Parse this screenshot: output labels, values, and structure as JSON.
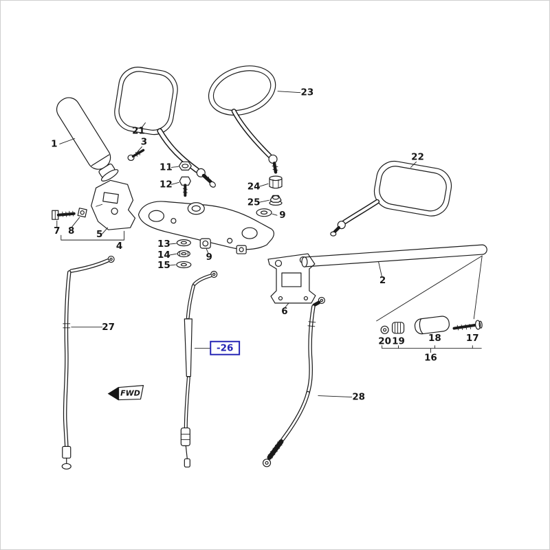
{
  "window": {
    "background": "#ffffff",
    "border_color": "#cfcfcf"
  },
  "diagram": {
    "type": "exploded-parts-diagram",
    "subject": "motorcycle-handlebar-assembly",
    "line_color": "#1a1a1a",
    "fwd": {
      "text": "FWD"
    },
    "highlight": {
      "text": "-26",
      "color": "#2424b4",
      "part": "throttle-cable"
    },
    "callouts": [
      {
        "part": "grip",
        "text": "1"
      },
      {
        "part": "mirror-left",
        "text": "21"
      },
      {
        "part": "mounting-screw",
        "text": "3"
      },
      {
        "part": "mirror-round",
        "text": "23"
      },
      {
        "part": "mirror-right",
        "text": "22"
      },
      {
        "part": "steering-stem-nut",
        "text": "11"
      },
      {
        "part": "stem-bolt",
        "text": "12"
      },
      {
        "part": "mirror-adapter",
        "text": "24"
      },
      {
        "part": "mirror-nut",
        "text": "25"
      },
      {
        "part": "locknut",
        "text": "9"
      },
      {
        "part": "clamp-bolt",
        "text": "7"
      },
      {
        "part": "washer",
        "text": "8"
      },
      {
        "part": "holder",
        "text": "5"
      },
      {
        "part": "handle-clamp",
        "text": "4"
      },
      {
        "part": "washer",
        "text": "13"
      },
      {
        "part": "nut",
        "text": "14"
      },
      {
        "part": "washer",
        "text": "15"
      },
      {
        "part": "spacer",
        "text": "9"
      },
      {
        "part": "bracket",
        "text": "6"
      },
      {
        "part": "handlebar",
        "text": "2"
      },
      {
        "part": "cable-left",
        "text": "27"
      },
      {
        "part": "cable-right",
        "text": "28"
      },
      {
        "part": "end-washer",
        "text": "20"
      },
      {
        "part": "end-damper",
        "text": "19"
      },
      {
        "part": "bar-end-weight",
        "text": "18"
      },
      {
        "part": "bar-end-screw",
        "text": "17"
      },
      {
        "part": "bar-end-set",
        "text": "16"
      }
    ]
  }
}
